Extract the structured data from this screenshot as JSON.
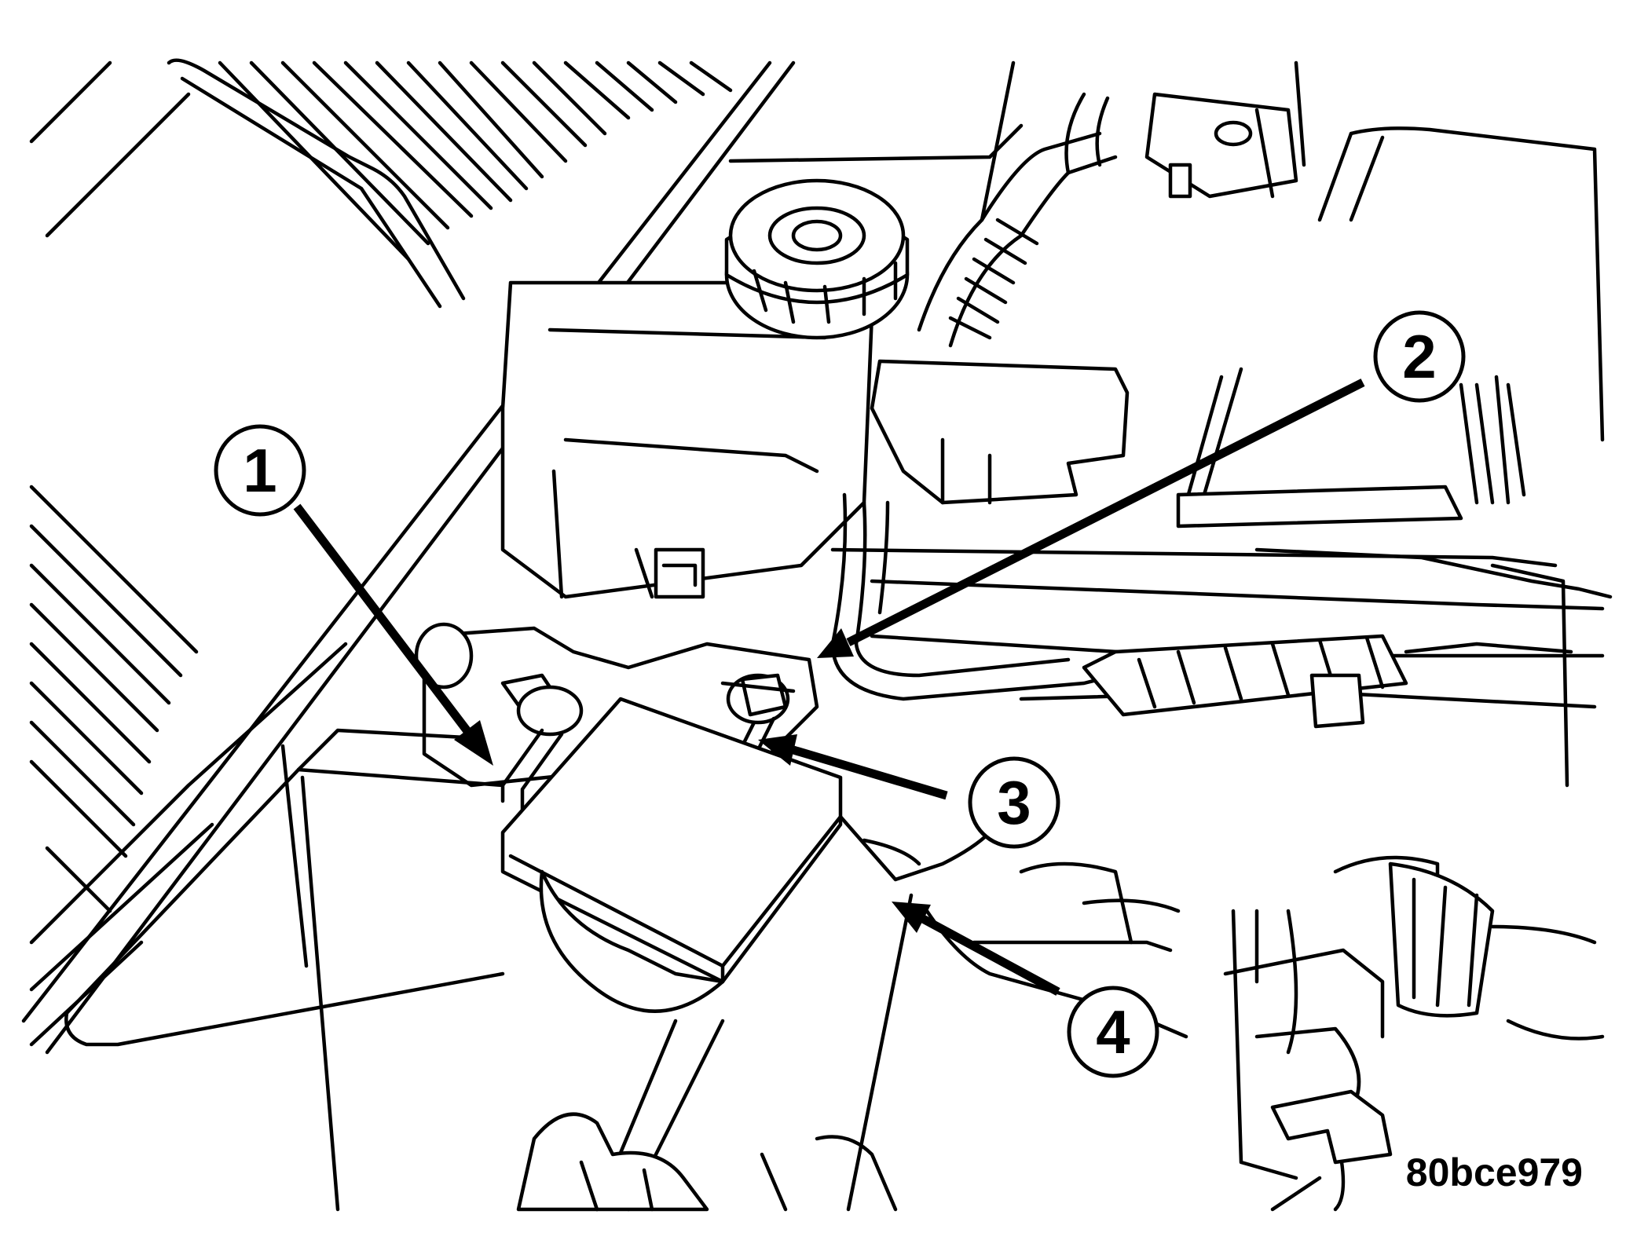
{
  "callouts": [
    {
      "id": "1",
      "label": "1"
    },
    {
      "id": "2",
      "label": "2"
    },
    {
      "id": "3",
      "label": "3"
    },
    {
      "id": "4",
      "label": "4"
    }
  ],
  "figure_id": "80bce979",
  "colors": {
    "line": "#000000",
    "background": "#ffffff"
  }
}
